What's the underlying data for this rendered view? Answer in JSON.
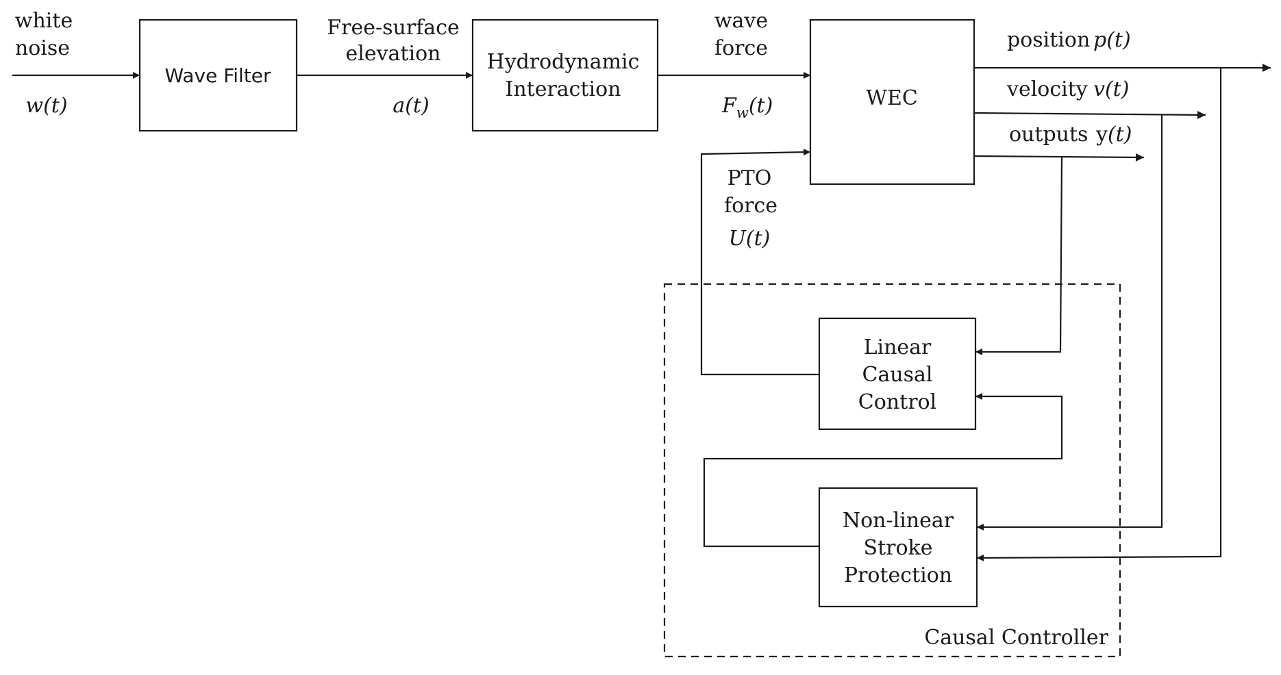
{
  "input": {
    "line1": "white",
    "line2": "noise",
    "symbol": "w(t)"
  },
  "wave_filter": {
    "label": "Wave Filter"
  },
  "elevation": {
    "line1": "Free-surface",
    "line2": "elevation",
    "symbol": "a(t)"
  },
  "hydrodynamic": {
    "line1": "Hydrodynamic",
    "line2": "Interaction"
  },
  "wave_force": {
    "line1": "wave",
    "line2": "force",
    "symbol_main": "F",
    "symbol_sub": "w",
    "symbol_tail": "(t)"
  },
  "wec": {
    "label": "WEC"
  },
  "pto": {
    "line1": "PTO",
    "line2": "force",
    "symbol": "U(t)"
  },
  "outputs": {
    "position": {
      "label": "position",
      "symbol": "p(t)"
    },
    "velocity": {
      "label": "velocity",
      "symbol": "v(t)"
    },
    "outputs": {
      "label": "outputs",
      "symbol_main": "y",
      "symbol_tail": "(t)"
    }
  },
  "linear_control": {
    "line1": "Linear",
    "line2": "Causal",
    "line3": "Control"
  },
  "stroke_protection": {
    "line1": "Non-linear",
    "line2": "Stroke",
    "line3": "Protection"
  },
  "controller": {
    "label": "Causal Controller"
  }
}
